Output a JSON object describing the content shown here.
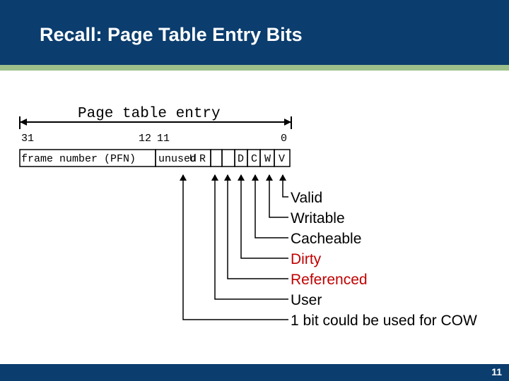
{
  "slide": {
    "title": "Recall: Page Table Entry Bits",
    "page_number": "11"
  },
  "diagram": {
    "entry_label": "Page table entry",
    "bit_labels": {
      "high": "31",
      "mid_left": "12",
      "mid_right": "11",
      "low": "0"
    },
    "fields": {
      "pfn": "frame number (PFN)",
      "unused": "unused",
      "cow": "U",
      "r": "R",
      "d": "D",
      "c": "C",
      "w": "W",
      "v": "V"
    },
    "annotations": [
      {
        "text": "Valid",
        "color": "#000000"
      },
      {
        "text": "Writable",
        "color": "#000000"
      },
      {
        "text": "Cacheable",
        "color": "#000000"
      },
      {
        "text": "Dirty",
        "color": "#c00000"
      },
      {
        "text": "Referenced",
        "color": "#c00000"
      },
      {
        "text": "User",
        "color": "#000000"
      },
      {
        "text": "1 bit could be used for COW",
        "color": "#000000"
      }
    ]
  }
}
